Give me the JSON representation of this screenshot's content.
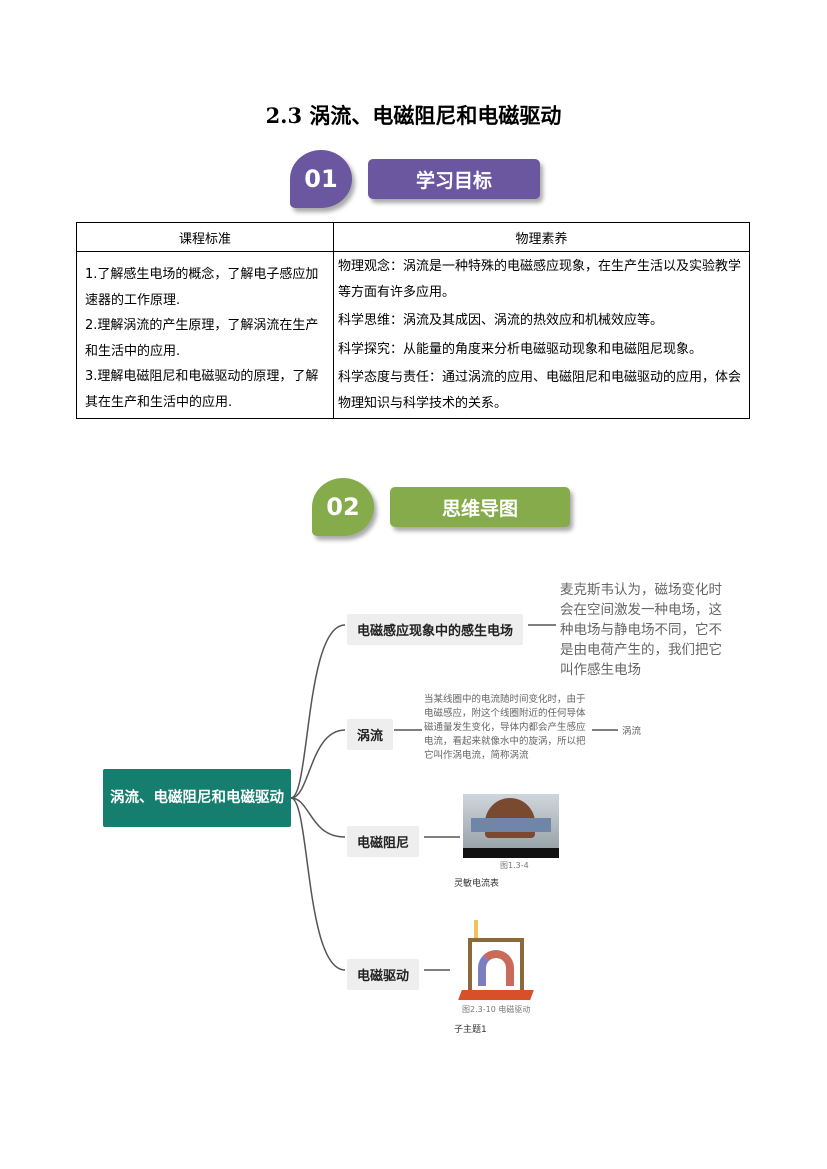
{
  "title": "2.3 涡流、电磁阻尼和电磁驱动",
  "section1": {
    "num": "01",
    "label": "学习目标",
    "color": "#6b56a0"
  },
  "section2": {
    "num": "02",
    "label": "思维导图",
    "color": "#85ab4a"
  },
  "table": {
    "headers": [
      "课程标准",
      "物理素养"
    ],
    "left": [
      "1.了解感生电场的概念，了解电子感应加速器的工作原理.",
      "2.理解涡流的产生原理，了解涡流在生产和生活中的应用.",
      "3.理解电磁阻尼和电磁驱动的原理，了解其在生产和生活中的应用."
    ],
    "right": [
      "物理观念：涡流是一种特殊的电磁感应现象，在生产生活以及实验教学等方面有许多应用。",
      "科学思维：涡流及其成因、涡流的热效应和机械效应等。",
      "科学探究：从能量的角度来分析电磁驱动现象和电磁阻尼现象。",
      "科学态度与责任：通过涡流的应用、电磁阻尼和电磁驱动的应用，体会物理知识与科学技术的关系。"
    ]
  },
  "mindmap": {
    "root": "涡流、电磁阻尼和电磁驱动",
    "branches": [
      {
        "label": "电磁感应现象中的感生电场",
        "note": "麦克斯韦认为，磁场变化时会在空间激发一种电场，这种电场与静电场不同，它不是由电荷产生的，我们把它叫作感生电场"
      },
      {
        "label": "涡流",
        "note": "当某线圈中的电流随时间变化时，由于电磁感应，附这个线圈附近的任何导体磁通量发生变化，导体内都会产生感应电流，看起来就像水中的旋涡，所以把它叫作涡电流，简称涡流",
        "leaf": "涡流"
      },
      {
        "label": "电磁阻尼",
        "caption": "图1.3-4",
        "sub": "灵敏电流表"
      },
      {
        "label": "电磁驱动",
        "caption": "图2.3-10 电磁驱动",
        "sub": "子主题1"
      }
    ]
  }
}
